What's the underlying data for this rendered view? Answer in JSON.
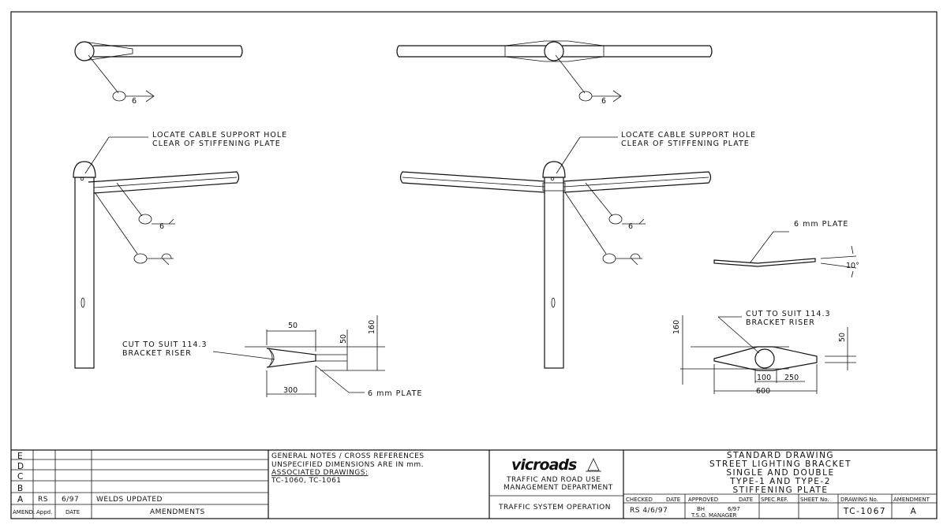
{
  "notes": {
    "cable_hole": [
      "LOCATE CABLE SUPPORT HOLE",
      "CLEAR OF STIFFENING PLATE"
    ],
    "cut_to_suit": [
      "CUT TO SUIT 114.3",
      "BRACKET RISER"
    ],
    "plate_label": "6 mm PLATE",
    "angle": "10°",
    "weld_size": "6"
  },
  "dims_left": {
    "top": "50",
    "height_small": "50",
    "height_big": "160",
    "bottom": "300"
  },
  "dims_right": {
    "height_big": "160",
    "height_small": "50",
    "a": "100",
    "b": "250",
    "total": "600"
  },
  "title_block": {
    "revision_letters": [
      "E",
      "D",
      "C",
      "B",
      "A"
    ],
    "rev_a": {
      "by": "RS",
      "date": "6/97",
      "desc": "WELDS UPDATED"
    },
    "col_headers": {
      "amend": "AMEND.",
      "appd": "Appd.",
      "date": "DATE",
      "amendments": "AMENDMENTS"
    },
    "general_notes": [
      "GENERAL NOTES / CROSS REFERENCES",
      "UNSPECIFIED DIMENSIONS ARE IN mm."
    ],
    "assoc_label": "ASSOCIATED DRAWINGS:",
    "assoc_list": "TC-1060, TC-1061",
    "logo": "vicroads",
    "dept": [
      "TRAFFIC AND ROAD USE",
      "MANAGEMENT DEPARTMENT"
    ],
    "operation": "TRAFFIC SYSTEM OPERATION",
    "title": [
      "STANDARD DRAWING",
      "STREET LIGHTING BRACKET",
      "SINGLE AND DOUBLE",
      "TYPE-1 AND TYPE-2",
      "STIFFENING PLATE"
    ],
    "checked_label": "CHECKED",
    "date_label": "DATE",
    "checked_value": "RS 4/6/97",
    "approved_label": "APPROVED",
    "approved_by": "BH",
    "approved_date": "6/97",
    "approved_role": "T.S.O. MANAGER",
    "spec_ref": "SPEC.REF.",
    "sheet_no": "SHEET No.",
    "drawing_no_label": "DRAWING No.",
    "amendment_label": "AMENDMENT",
    "drawing_no": "TC-1067",
    "amendment": "A"
  }
}
